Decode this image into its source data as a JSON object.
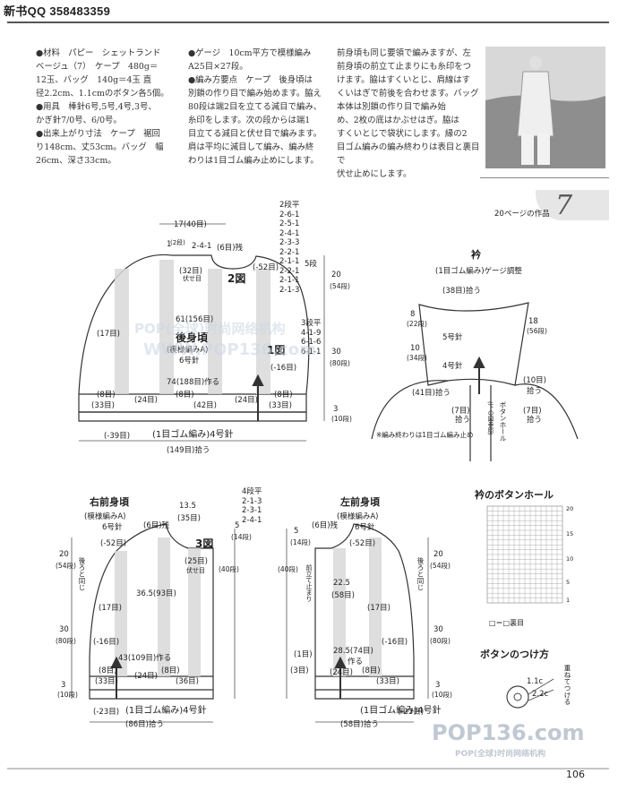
{
  "header": {
    "qq": "新书QQ 358483359"
  },
  "text": {
    "col1": [
      "●材料　パピー　シェットランド",
      "ベージュ（7）　ケープ　480g＝",
      "12玉、バッグ　140g＝4玉 直",
      "径2.2cm、1.1cmのボタン各5個。",
      "●用具　棒針6号,5号,4号,3号、",
      "かぎ針7/0号、6/0号。",
      "●出来上がり寸法　ケープ　裾回",
      "り148cm、丈53cm。バッグ　幅",
      "26cm、深さ33cm。"
    ],
    "col2": [
      "●ゲージ　10cm平方で模様編み",
      "A25目×27段。",
      "●編み方要点　ケープ　後身頃は",
      "別鎖の作り目で編み始めます。脇え",
      "80段は端2目を立てる減目で編み、",
      "糸印をします。次の段からは端1",
      "目立てる減目と伏せ目で編みます。",
      "肩は平均に減目して編み、編み終",
      "わりは1目ゴム編み止めにします。"
    ],
    "col3": [
      "前身頃も同じ要領で編みますが、左",
      "前身頃の前立て止まりにも糸印をつ",
      "けます。脇はすくいとじ、肩線はす",
      "くいはぎで前後を合わせます。バッグ",
      "本体は別鎖の作り目で編み始",
      "め、2枚の底はかぶせはぎ。脇は",
      "すくいとじで袋状にします。縁の2",
      "目ゴム編みの編み終わりは表目と裏目で",
      "伏せ止めにします。"
    ],
    "ref": "20ページの作品",
    "page": "106",
    "seven": "7"
  },
  "back": {
    "title": "後身頃",
    "pattern": "(模様編みA)",
    "needle": "6号針",
    "top": "17(40目)",
    "neck_small": "2-4-1",
    "neck_label": "(6目)残",
    "fig2": "2図",
    "fig1": "1図",
    "shoulder_steps": [
      "2段平",
      "2-6-1",
      "2-5-1",
      "2-4-1",
      "2-3-3",
      "2-2-1",
      "2-1-1",
      "2-2-1",
      "2-1-1",
      "2-1-3"
    ],
    "side_steps": [
      "3段平",
      "4-1-9",
      "6-1-6",
      "6-1-1"
    ],
    "w61": "61(156目)",
    "w74": "74(188目)作る",
    "fuse": "伏せ目",
    "m32": "(32目)",
    "m52": "(-52目)",
    "m17": "(17目)",
    "m16": "(-16目)",
    "m8": "(8目)",
    "m33": "(33目)",
    "m24": "(24目)",
    "m42": "(42目)",
    "rib": "(1目ゴム編み)4号針",
    "m39": "(-39目)",
    "bottom": "(149目)拾う",
    "h1": "1",
    "h1b": "(2段)",
    "h5": "5段",
    "h20": "20",
    "h54": "(54段)",
    "h30": "30",
    "h80": "(80段)",
    "h3": "3",
    "h10": "(10段)"
  },
  "collar": {
    "title": "衿",
    "sub": "(1目ゴム編み)ゲージ調整",
    "m38": "(38目)拾う",
    "n8": "8",
    "n22": "(22段)",
    "n10": "10",
    "n34": "(34段)",
    "n5": "5号針",
    "n4": "4号針",
    "n18": "18",
    "n56": "(56段)",
    "m41": "(41目)拾う",
    "m7a": "(7目)",
    "m7b": "(7目)",
    "hiro": "拾う",
    "m10": "(10目)",
    "hiro2": "拾う",
    "btn": "ボタンホール",
    "btn2": "(下の図参照)",
    "note": "※編み終わりは1目ゴム編み止め"
  },
  "right_front": {
    "title": "右前身頃",
    "pattern": "(模様編みA)",
    "needle": "6号針",
    "fig3": "3図",
    "steps": [
      "4段平",
      "2-1-3",
      "2-3-1",
      "2-4-1"
    ],
    "w135": "13.5",
    "m35": "(35目)",
    "m6": "(6目)残",
    "m52": "(-52目)",
    "m25": "(25目)",
    "fuse": "伏せ目",
    "w365": "36.5(93目)",
    "m17": "(17目)",
    "m16": "(-16目)",
    "w43": "43(109目)作る",
    "m8": "(8目)",
    "m33": "(33目)",
    "m24": "(24目)",
    "m36": "(36目)",
    "rib": "(1目ゴム編み)4号針",
    "m23": "(-23目)",
    "bottom": "(86目)拾う",
    "same": "後ろと同じ",
    "h5": "5",
    "h14": "(14段)",
    "h40": "(40段)",
    "h20": "20",
    "h54": "(54段)",
    "h30": "30",
    "h80": "(80段)",
    "h3": "3",
    "h10": "(10段)"
  },
  "left_front": {
    "title": "左前身頃",
    "pattern": "(模様編みA)",
    "needle": "6号針",
    "m6": "(6目)残",
    "m52": "(-52目)",
    "w225": "22.5",
    "m58": "(58目)",
    "m17": "(17目)",
    "m16": "(-16目)",
    "w285": "28.5(74目)",
    "tsukuru": "作る",
    "m8": "(8目)",
    "m33": "(33目)",
    "m24": "(24目)",
    "m1": "(1目)",
    "m3": "(3目)",
    "rib": "(1目ゴム編み)4号針",
    "m23": "(-23目)",
    "bottom": "(58目)拾う",
    "same": "後ろと同じ",
    "front": "前立て止まり",
    "h5": "5",
    "h14": "(14段)",
    "h40": "(40段)",
    "h20": "20",
    "h54": "(54段)",
    "h30": "30",
    "h80": "(80段)",
    "h3": "3",
    "h10": "(10段)"
  },
  "buttonhole": {
    "title": "衿のボタンホール",
    "legend": "□＝□裏目",
    "rows": [
      "20",
      "15",
      "10",
      "5",
      "1"
    ]
  },
  "attach": {
    "title": "ボタンのつけ方",
    "l1": "1.1c",
    "l2": "2.2c",
    "note": "重ねてつける"
  },
  "watermark": {
    "w1": "POP(全球)时尚网络机构",
    "w2": "WWW.POP136.com",
    "w3": "POP136.com",
    "w4": "POP(全球)时尚网络机构"
  }
}
